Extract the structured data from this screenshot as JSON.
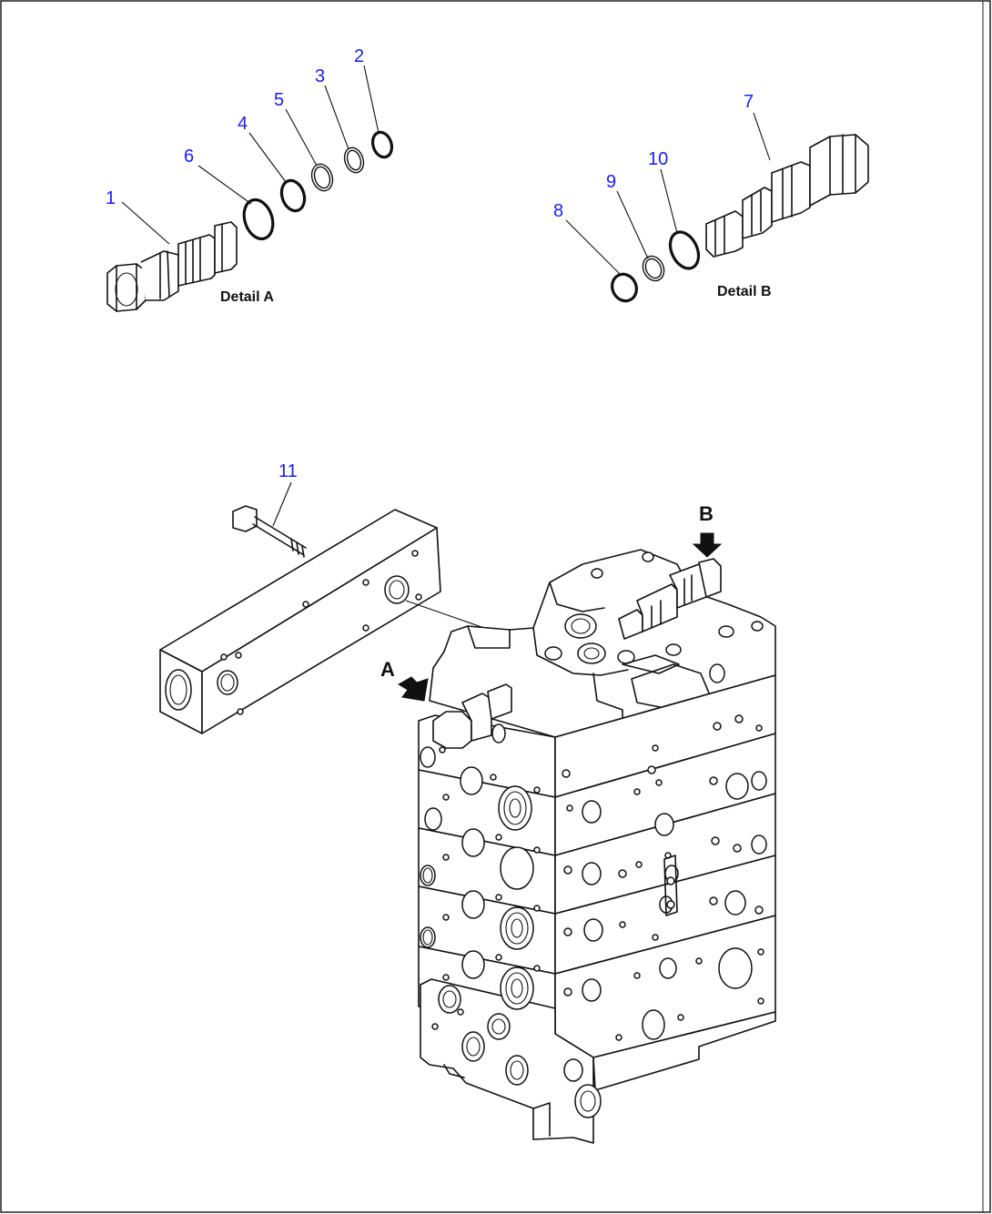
{
  "diagram": {
    "detail_a_caption": "Detail A",
    "detail_b_caption": "Detail B",
    "view_a_letter": "A",
    "view_b_letter": "B",
    "callout_color": "#1a1aff",
    "callouts": [
      "1",
      "2",
      "3",
      "4",
      "5",
      "6",
      "7",
      "8",
      "9",
      "10",
      "11"
    ]
  }
}
